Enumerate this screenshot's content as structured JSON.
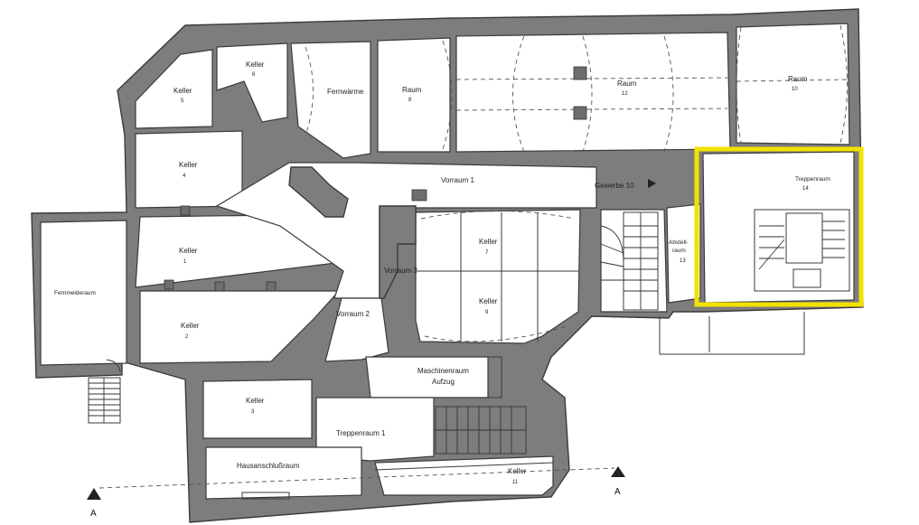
{
  "rooms": {
    "keller_6": {
      "label": "Keller",
      "num": "6"
    },
    "keller_5": {
      "label": "Keller",
      "num": "5"
    },
    "fernwaerme": {
      "label": "Fernwärme",
      "num": ""
    },
    "raum_8": {
      "label": "Raum",
      "num": "8"
    },
    "raum_12": {
      "label": "Raum",
      "num": "12"
    },
    "raum_10": {
      "label": "Raum",
      "num": "10"
    },
    "keller_4": {
      "label": "Keller",
      "num": "4"
    },
    "vorraum_1": {
      "label": "Vorraum 1",
      "num": ""
    },
    "keller_1": {
      "label": "Keller",
      "num": "1"
    },
    "keller_7": {
      "label": "Keller",
      "num": "7"
    },
    "keller_9": {
      "label": "Keller",
      "num": "9"
    },
    "vorraum_3": {
      "label": "Vorraum 3",
      "num": ""
    },
    "keller_2": {
      "label": "Keller",
      "num": "2"
    },
    "vorraum_2": {
      "label": "Vorraum 2",
      "num": ""
    },
    "fernmelderaum": {
      "label": "Fernmelderaum",
      "num": ""
    },
    "abstellraum": {
      "label": "Abstell-",
      "label2": "raum",
      "num": "13"
    },
    "treppenraum_2": {
      "label": "Treppenraum",
      "num": "14"
    },
    "gewerbe": {
      "label": "Gewerbe 10"
    },
    "maschinenraum": {
      "label": "Maschinenraum",
      "label2": "Aufzug"
    },
    "keller_3": {
      "label": "Keller",
      "num": "3"
    },
    "treppenraum_1": {
      "label": "Treppenraum 1"
    },
    "hausanschluss": {
      "label": "Hausanschlußraum"
    },
    "keller_bottom": {
      "label": "Keller",
      "num": "11"
    }
  },
  "section_marks": {
    "left": "A",
    "right": "A"
  },
  "colors": {
    "highlight": "#f2e200",
    "wall": "#7d7d7d"
  }
}
